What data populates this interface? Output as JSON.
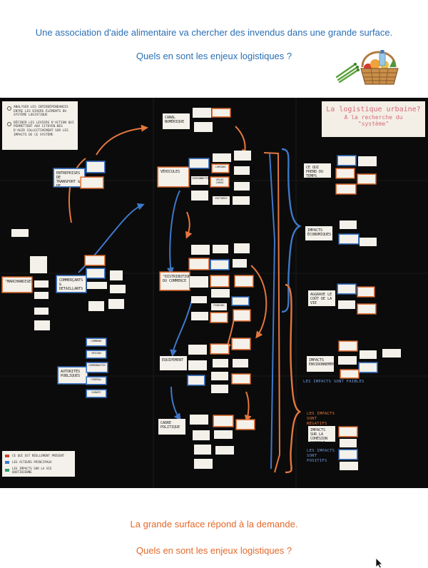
{
  "header": {
    "line1": "Une association d'aide alimentaire va chercher des invendus dans une grande surface.",
    "line2": "Quels en sont les enjeux logistiques ?"
  },
  "footer": {
    "line1": "La grande surface répond à la demande.",
    "line2": "Quels en sont les enjeux logistiques ?"
  },
  "board": {
    "title": {
      "main": "La logistique urbaine?",
      "sub1": "A la recherche du",
      "sub2": "\"système\""
    },
    "note": {
      "item1": "Analyser les interdépendances entre les divers éléments du système logistique",
      "item2": "Définir les leviers d'action qui permettent aux citoyen.nes d'agir collectivement sur les impacts de ce système"
    },
    "legend": {
      "item1": "Ce qui est réellement présent",
      "item2": "Les acteurs principaux",
      "item3": "Les impacts sur la vie quotidienne"
    },
    "annotations": {
      "impacts_faibles": "Les impacts sont faibles",
      "impacts_negatifs": "Les impacts sont négatifs",
      "impacts_positifs": "Les impacts sont positifs"
    },
    "hubs": {
      "marchandises": "\"Marchandises\"",
      "commercants": "Commerçants & detaillants",
      "entreprises": "Entreprises de transport & de logistique",
      "autorites": "Autorités publiques",
      "canal_numerique": "Canal numérique",
      "vehicules": "Véhicules",
      "distribution": "\"Distribution\" du commerce",
      "equipement": "Equipement",
      "cadre_politique": "Cadre politique",
      "gain_temps": "Ce qui prend du temps",
      "impacts_economiques": "Impacts économiques",
      "aggrave_cout": "Aggrave le coût de la vie",
      "impacts_env": "Impacts environnementaux",
      "impacts_cohesion": "Impacts sur la cohésion sociale"
    },
    "labels": {
      "commune": "Commune",
      "region": "Région",
      "communautes": "Communautés",
      "federal": "Fédéral",
      "europe": "Europe",
      "cargo_bikes": "Vélos cargo",
      "camionnettes": "Camionnettes",
      "camions": "Camions",
      "voitures": "Voitures",
      "parking": "Parking"
    }
  },
  "colors": {
    "headline_blue": "#2a6fb5",
    "headline_orange": "#e4692a",
    "board_bg": "#0b0b0b",
    "tape_orange": "#e5773e",
    "tape_blue": "#3f78c9",
    "title_pink": "#d66a7a"
  },
  "icons": [
    "vegetable-basket-icon",
    "mouse-cursor-icon"
  ]
}
